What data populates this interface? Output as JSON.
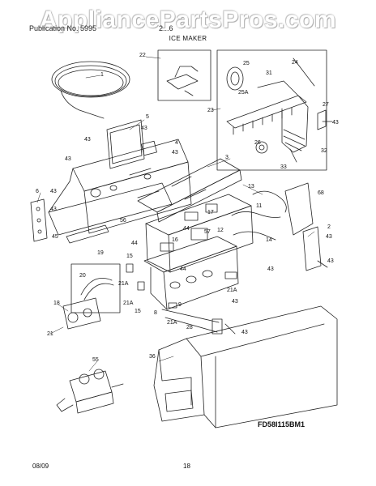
{
  "header": {
    "watermark": "AppliancePartsPros.com",
    "left_text": "Publication No. 5995",
    "right_text": "2...6",
    "title": "ICE MAKER"
  },
  "callouts": [
    "1",
    "22",
    "25",
    "24",
    "31",
    "25A",
    "23",
    "27",
    "43",
    "26",
    "32",
    "33",
    "5",
    "43",
    "43",
    "4",
    "43",
    "3",
    "43",
    "68",
    "13",
    "6",
    "43",
    "43",
    "17",
    "11",
    "12",
    "2",
    "43",
    "56",
    "45",
    "14",
    "44",
    "16",
    "57",
    "43",
    "19",
    "15",
    "44",
    "44",
    "43",
    "20",
    "21A",
    "21A",
    "21A",
    "15",
    "9",
    "8",
    "43",
    "18",
    "21A",
    "28",
    "43",
    "21",
    "36",
    "55"
  ],
  "model_code": "FD58I115BM1",
  "footer": {
    "date": "08/09",
    "page": "18"
  }
}
